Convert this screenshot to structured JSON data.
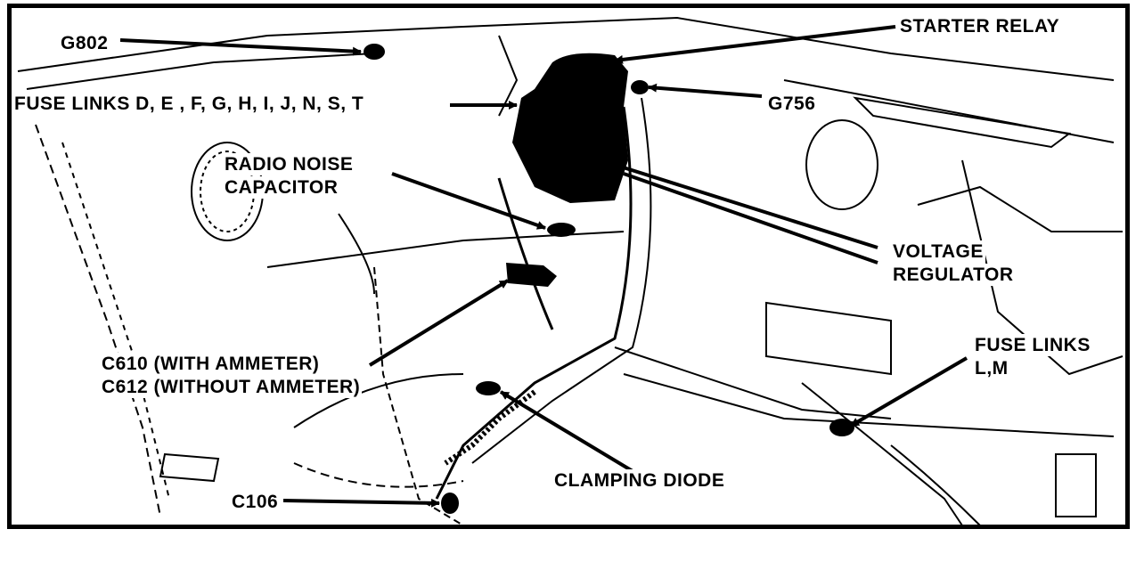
{
  "labels": {
    "g802": "G802",
    "starter_relay": "STARTER RELAY",
    "fuse_links_main": "FUSE LINKS D, E , F, G, H, I, J, N, S, T",
    "g756": "G756",
    "radio_noise_1": "RADIO NOISE",
    "radio_noise_2": "CAPACITOR",
    "voltage_1": "VOLTAGE",
    "voltage_2": "REGULATOR",
    "c610": "C610 (WITH AMMETER)",
    "c612": "C612 (WITHOUT AMMETER)",
    "fuse_links_lm_1": "FUSE LINKS",
    "fuse_links_lm_2": "L,M",
    "clamping_diode": "CLAMPING DIODE",
    "c106": "C106"
  },
  "colors": {
    "ink": "#000000",
    "paper": "#ffffff"
  }
}
